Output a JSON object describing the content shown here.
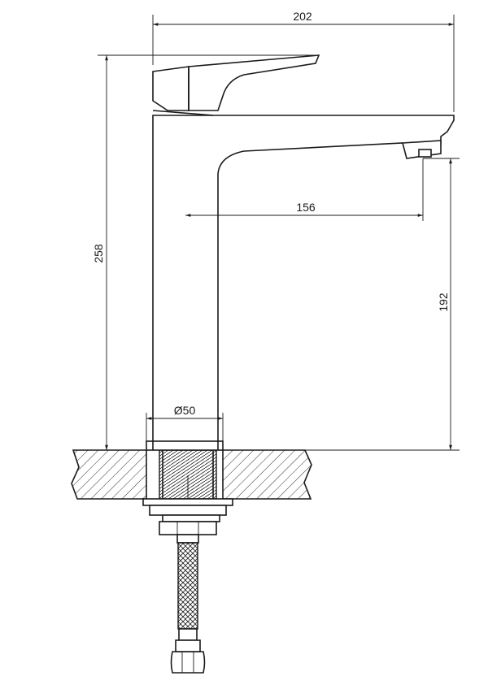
{
  "dimensions": {
    "overall_width": "202",
    "overall_height": "258",
    "spout_reach": "156",
    "spout_height": "192",
    "base_diameter": "Ø50"
  }
}
